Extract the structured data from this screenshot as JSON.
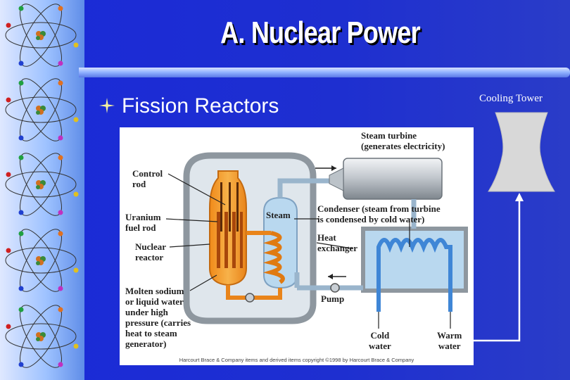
{
  "slide": {
    "title": "A. Nuclear Power",
    "bullet": "Fission Reactors"
  },
  "diagram": {
    "labels": {
      "steam_turbine": "Steam turbine\n(generates electricity)",
      "control_rod": "Control\nrod",
      "uranium_fuel_rod": "Uranium\nfuel rod",
      "steam": "Steam",
      "condenser": "Condenser (steam from turbine\nis condensed by cold water)",
      "heat_exchanger": "Heat\nexchanger",
      "nuclear_reactor": "Nuclear\nreactor",
      "molten_sodium": "Molten sodium\nor liquid water\nunder high\npressure (carries\nheat to steam\ngenerator)",
      "pump": "Pump",
      "cold_water": "Cold\nwater",
      "warm_water": "Warm\nwater"
    },
    "copyright": "Harcourt Brace & Company items and derived items copyright ©1998 by Harcourt Brace & Company"
  },
  "cooling_tower": {
    "label": "Cooling Tower"
  },
  "colors": {
    "background": "#1e2fd0",
    "title_text": "#ffffff",
    "reactor_orange": "#f39a2a",
    "condenser_blue": "#3f86d6",
    "water_blue": "#b9d8ef",
    "vessel_gray": "#8e979f",
    "tower_gray": "#d8d8d8"
  }
}
